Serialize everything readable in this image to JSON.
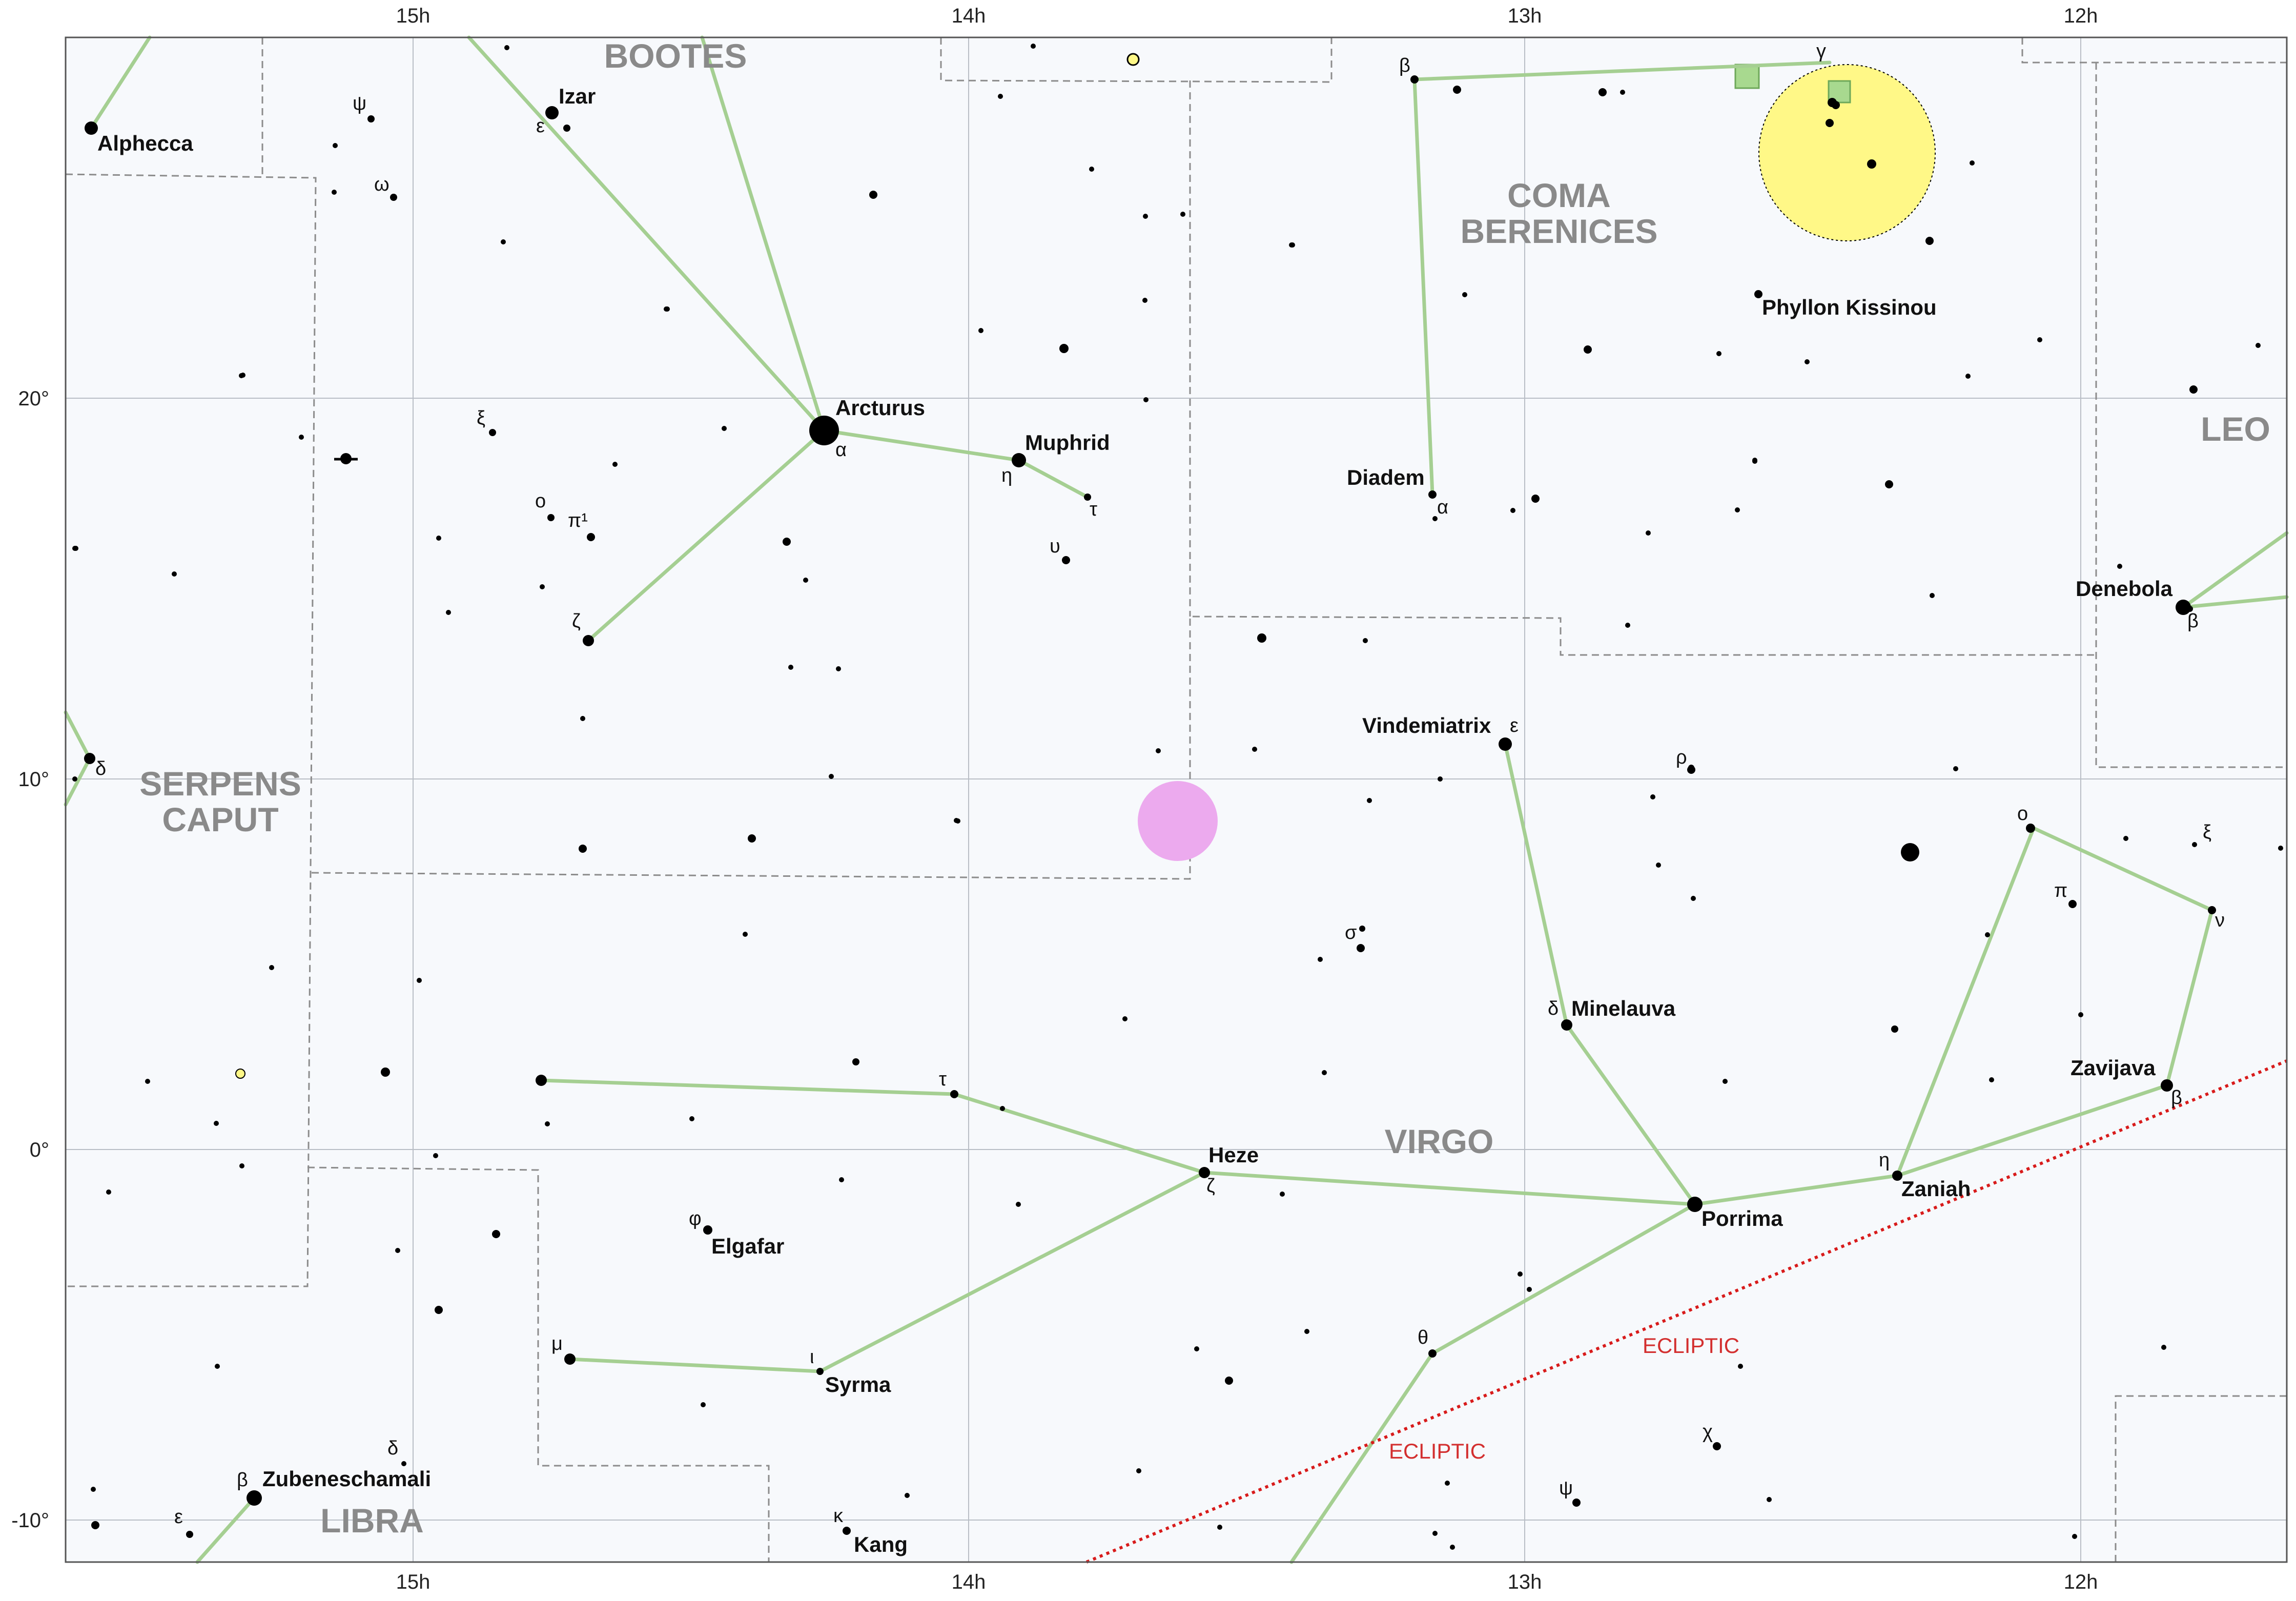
{
  "colors": {
    "background": "#f7f9fc",
    "grid": "#b9bec6",
    "boundary": "#8c8c8c",
    "constellation_line": "#a5cf92",
    "star": "#000000",
    "ecliptic": "#d81b1b",
    "constellation_label": "#8a8a8a",
    "galaxy_cluster": "#fff887",
    "nebula": "#ecaaee",
    "open_cluster": "#a8d98f"
  },
  "ra_labels": [
    "15h",
    "14h",
    "13h",
    "12h"
  ],
  "dec_labels": [
    "20°",
    "10°",
    "0°",
    "-10°"
  ],
  "constellations": [
    "BOOTES",
    "COMA",
    "BERENICES",
    "LEO",
    "SERPENS",
    "CAPUT",
    "VIRGO",
    "LIBRA"
  ],
  "star_names": [
    "Alphecca",
    "Izar",
    "Arcturus",
    "Muphrid",
    "Diadem",
    "Phyllon Kissinou",
    "Denebola",
    "Vindemiatrix",
    "Minelauva",
    "Zavijava",
    "Heze",
    "Porrima",
    "Zaniah",
    "Elgafar",
    "Syrma",
    "Zubeneschamali",
    "Kang"
  ],
  "greek_letters": [
    "ψ",
    "ω",
    "ε",
    "ξ",
    "ο",
    "π¹",
    "ζ",
    "α",
    "η",
    "τ",
    "υ",
    "β",
    "γ",
    "α",
    "β",
    "ε",
    "ρ",
    "ο",
    "ξ",
    "π",
    "ν",
    "σ",
    "δ",
    "β",
    "τ",
    "ζ",
    "η",
    "φ",
    "μ",
    "ι",
    "θ",
    "χ",
    "ψ",
    "δ",
    "β",
    "ε",
    "κ",
    "δ"
  ],
  "ecliptic_labels": [
    "ECLIPTIC",
    "ECLIPTIC"
  ]
}
